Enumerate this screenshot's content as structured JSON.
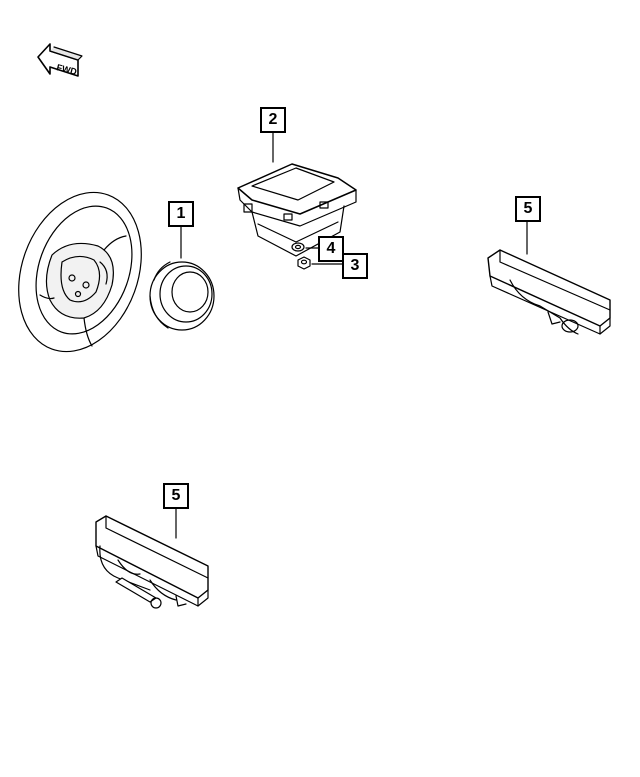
{
  "direction_indicator": {
    "label": "FWD",
    "icon": "forward-arrow-icon"
  },
  "callouts": [
    {
      "id": "callout-1",
      "number": "1",
      "part": "steering-wheel-airbag-module"
    },
    {
      "id": "callout-2",
      "number": "2",
      "part": "passenger-airbag-module"
    },
    {
      "id": "callout-3",
      "number": "3",
      "part": "nut"
    },
    {
      "id": "callout-4",
      "number": "4",
      "part": "washer"
    },
    {
      "id": "callout-5a",
      "number": "5",
      "part": "knee-airbag-right"
    },
    {
      "id": "callout-5b",
      "number": "5",
      "part": "knee-airbag-left"
    }
  ],
  "colors": {
    "line": "#000000",
    "background": "#ffffff",
    "shade": "#d9d9d9"
  }
}
